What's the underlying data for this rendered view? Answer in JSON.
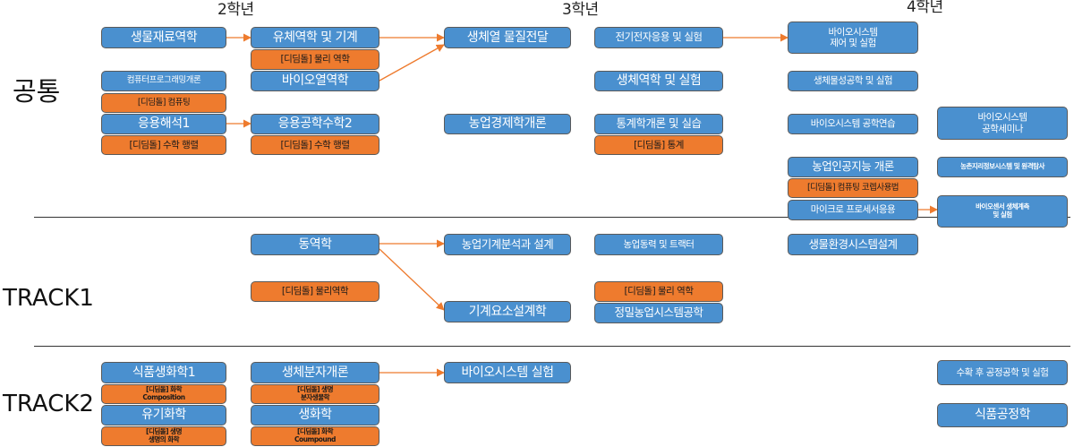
{
  "headers": {
    "year2": "2학년",
    "year3": "3학년",
    "year4": "4학년"
  },
  "rows": {
    "common": "공통",
    "track1": "TRACK1",
    "track2": "TRACK2"
  },
  "colors": {
    "core": "#4a90cf",
    "digital": "#ee7b2e",
    "arrow": "#ee7b2e"
  },
  "common": {
    "bio_material": "생물재료역학",
    "cs_intro": "컴퓨터프로그래밍개론",
    "dd_computing": "[디딤돌] 컴퓨팅",
    "applied_analysis": "응용해석1",
    "dd_math_matrix_1": "[디딤돌] 수학 행렬",
    "fluid": "유체역학 및 기계",
    "dd_physics_mech_1": "[디딤돌] 물리 역학",
    "bio_thermo": "바이오열역학",
    "applied_eng_math": "응용공학수학2",
    "dd_math_matrix_2": "[디딤돌] 수학 행렬",
    "bio_heat_mass": "생체열 물질전달",
    "agri_econ": "농업경제학개론",
    "electric": "전기전자응용 및 실험",
    "biomechanics": "생체역학 및 실험",
    "statistics": "통계학개론 및 실습",
    "dd_statistics": "[디딤돌] 통계",
    "bio_system_exp": "바이오시스템\n제어 및 실험",
    "bio_properties": "생체물성공학 및 실험",
    "bio_practice": "바이오시스템 공학연습",
    "agri_ai": "농업인공지능 개론",
    "dd_coding_ai": "[디딤돌] 컴퓨팅 코렙사용법",
    "microprocessor": "마이크로 프로세서응용",
    "bio_seminar": "바이오시스템\n공학세미나",
    "rural_gis": "농촌지리정보시스템 및 원격탐사",
    "biosensor": "바이오센서 생체계측\n및 실험"
  },
  "track1": {
    "dynamics": "동역학",
    "dd_physics_mech_t1": "[디딤돌] 물리역학",
    "machine_analysis": "농업기계분석과 설계",
    "machine_element": "기계요소설계학",
    "agri_power": "농업동력 및 트랙터",
    "dd_physics_mech_t1b": "[디딤돌] 물리 역학",
    "precision_agri": "정밀농업시스템공학",
    "bio_env_system": "생물환경시스템설계"
  },
  "track2": {
    "food_chem": "식품생화학1",
    "dd_chem_composition": "[디딤돌] 화학\nComposition",
    "organic_chem": "유기화학",
    "dd_bio_chem_life": "[디딤돌] 생명\n생명의 화학",
    "mol_bio": "생체분자개론",
    "dd_bio_molecular": "[디딤돌] 생명\n분자생물학",
    "biochem": "생화학",
    "dd_chem_compound": "[디딤돌] 화학\nCoumpound",
    "bio_system_lab": "바이오시스템 실험",
    "post_harvest": "수확 후 공정공학 및 실험",
    "food_process": "식품공정학"
  }
}
